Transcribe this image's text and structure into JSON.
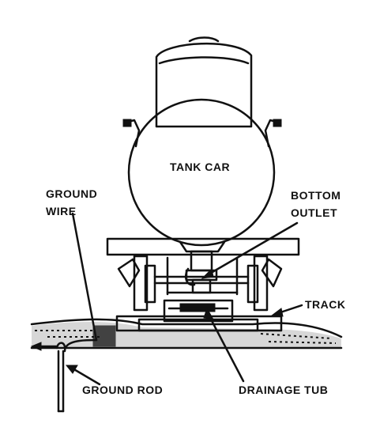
{
  "labels": {
    "tank_car": "TANK CAR",
    "ground_wire_line1": "GROUND",
    "ground_wire_line2": "WIRE",
    "bottom_outlet_line1": "BOTTOM",
    "bottom_outlet_line2": "OUTLET",
    "track": "TRACK",
    "ground_rod": "GROUND ROD",
    "drainage_tub": "DRAINAGE TUB"
  },
  "colors": {
    "ink": "#111111",
    "background": "#ffffff"
  }
}
